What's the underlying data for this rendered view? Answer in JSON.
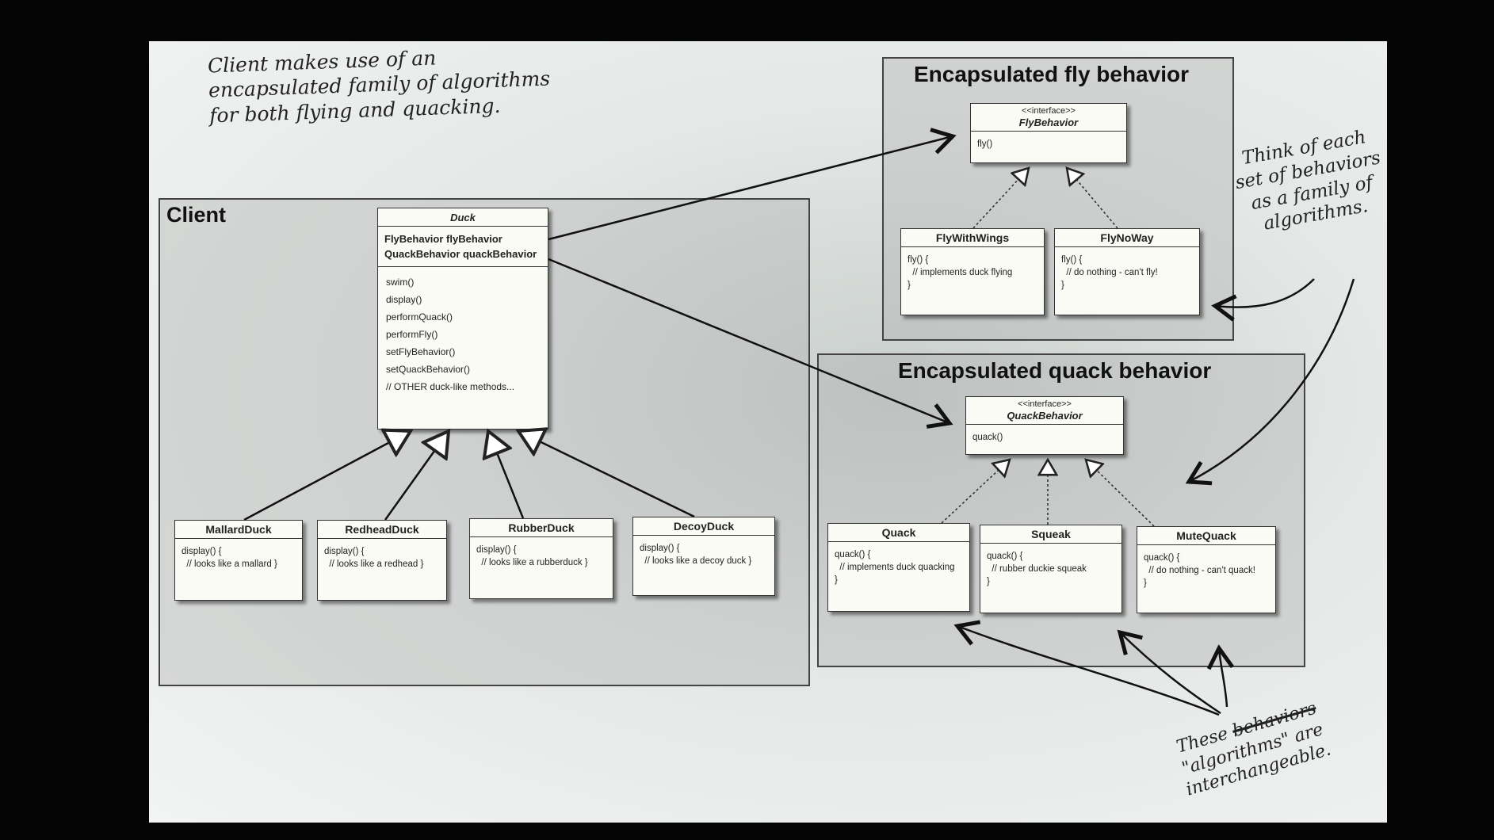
{
  "notes": {
    "client_note": [
      "Client makes use of an",
      "encapsulated family of algorithms",
      "for both flying and quacking."
    ],
    "family_note": [
      "Think of each",
      "set of behaviors",
      "as a family of",
      "algorithms."
    ],
    "interchangeable_note": {
      "line1_prefix": "These",
      "line1_struck": "behaviors",
      "line2": "\"algorithms\" are",
      "line3": "interchangeable."
    }
  },
  "groups": {
    "client": "Client",
    "fly": "Encapsulated fly behavior",
    "quack": "Encapsulated quack behavior"
  },
  "duck": {
    "name": "Duck",
    "attributes": [
      "FlyBehavior flyBehavior",
      "QuackBehavior quackBehavior"
    ],
    "methods": [
      "swim()",
      "display()",
      "performQuack()",
      "performFly()",
      "setFlyBehavior()",
      "setQuackBehavior()",
      "// OTHER duck-like methods..."
    ]
  },
  "subclasses": [
    {
      "name": "MallardDuck",
      "body": [
        "display() {",
        "  // looks like a mallard }"
      ]
    },
    {
      "name": "RedheadDuck",
      "body": [
        "display() {",
        "  // looks like a redhead }"
      ]
    },
    {
      "name": "RubberDuck",
      "body": [
        "display() {",
        "  // looks like a rubberduck }"
      ]
    },
    {
      "name": "DecoyDuck",
      "body": [
        "display() {",
        "  // looks like a decoy duck }"
      ]
    }
  ],
  "fly_interface": {
    "stereotype": "<<interface>>",
    "name": "FlyBehavior",
    "method": "fly()"
  },
  "fly_impls": [
    {
      "name": "FlyWithWings",
      "body": [
        "fly() {",
        "  // implements duck flying",
        "}"
      ]
    },
    {
      "name": "FlyNoWay",
      "body": [
        "fly() {",
        "  // do nothing - can't fly!",
        "}"
      ]
    }
  ],
  "quack_interface": {
    "stereotype": "<<interface>>",
    "name": "QuackBehavior",
    "method": "quack()"
  },
  "quack_impls": [
    {
      "name": "Quack",
      "body": [
        "quack() {",
        "  // implements duck quacking",
        "}"
      ]
    },
    {
      "name": "Squeak",
      "body": [
        "quack() {",
        "  // rubber duckie squeak",
        "}"
      ]
    },
    {
      "name": "MuteQuack",
      "body": [
        "quack() {",
        "  // do nothing - can't quack!",
        "}"
      ]
    }
  ]
}
